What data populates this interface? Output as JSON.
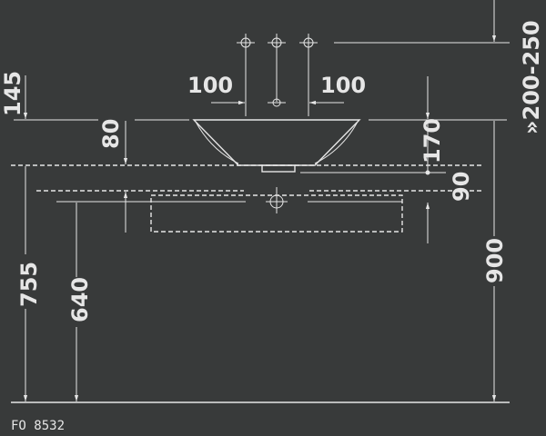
{
  "drawing": {
    "dimensions": {
      "tap_offset_left": "100",
      "tap_offset_right": "100",
      "tap_height": "145",
      "tap_range": "»200-250",
      "basin_rim": "80",
      "basin_height": "170",
      "drain_offset": "90",
      "overall_height": "900",
      "counter_height": "755",
      "underside_height": "640"
    },
    "reference_code": "FO 8532",
    "colors": {
      "background": "#383a3a",
      "lines": "#e6e6e6"
    }
  }
}
